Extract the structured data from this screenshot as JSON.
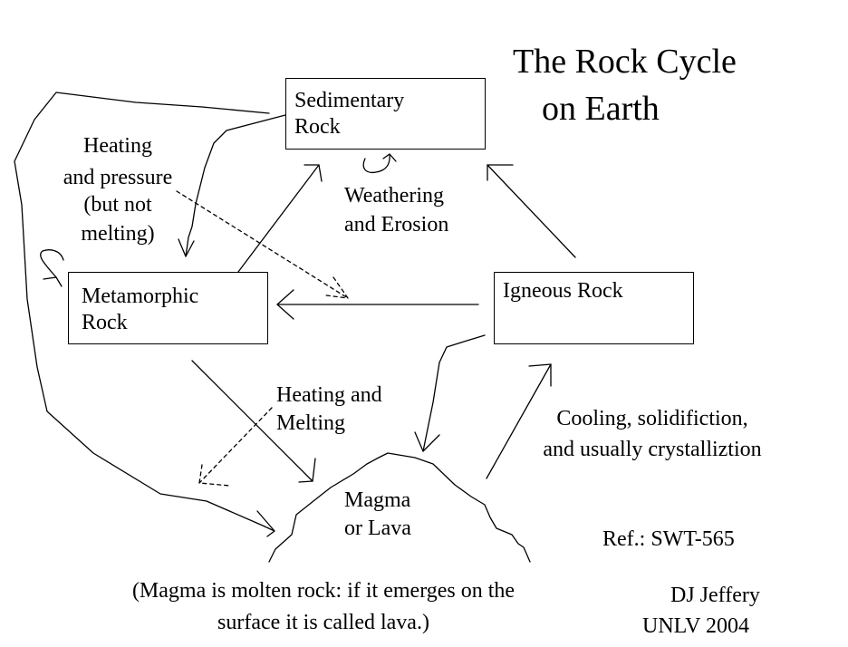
{
  "title": {
    "line1": "The Rock Cycle",
    "line2": "on Earth"
  },
  "nodes": {
    "sedimentary": {
      "line1": "Sedimentary",
      "line2": "Rock"
    },
    "metamorphic": {
      "line1": "Metamorphic",
      "line2": "Rock"
    },
    "igneous": {
      "line1": "Igneous Rock"
    },
    "magma": {
      "line1": "Magma",
      "line2": "or Lava"
    }
  },
  "labels": {
    "heating_pressure": [
      "Heating",
      "and pressure",
      "(but not",
      "melting)"
    ],
    "weathering": [
      "Weathering",
      "and Erosion"
    ],
    "heating_melting": [
      "Heating and",
      "Melting"
    ],
    "cooling": [
      "Cooling, solidifiction,",
      "and usually crystalliztion"
    ]
  },
  "footnote": {
    "line1": "(Magma is molten rock:  if it emerges on the",
    "line2": "surface it is called lava.)"
  },
  "ref": "Ref.:  SWT-565",
  "credit": {
    "author": "DJ Jeffery",
    "org": "UNLV 2004"
  },
  "colors": {
    "line": "#000000",
    "background": "#ffffff"
  }
}
